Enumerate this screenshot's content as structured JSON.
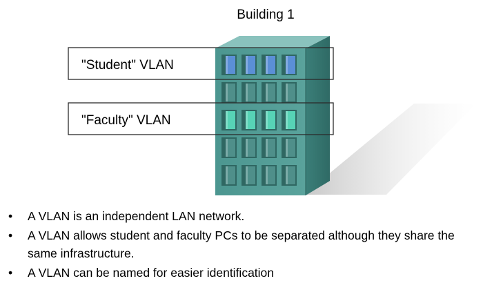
{
  "diagram": {
    "building_title": "Building 1",
    "vlans": [
      {
        "label": "\"Student\" VLAN",
        "color": "#5b8fd6"
      },
      {
        "label": "\"Faculty\" VLAN",
        "color": "#57d3b6"
      }
    ],
    "building_color": "#3d8a85"
  },
  "bullets": [
    {
      "mark": "•",
      "text": "A VLAN is an independent LAN network."
    },
    {
      "mark": "•",
      "text": "A VLAN allows student and faculty PCs to be separated although they share the same infrastructure."
    },
    {
      "mark": "•",
      "text": "A VLAN can be named for easier identification"
    }
  ]
}
